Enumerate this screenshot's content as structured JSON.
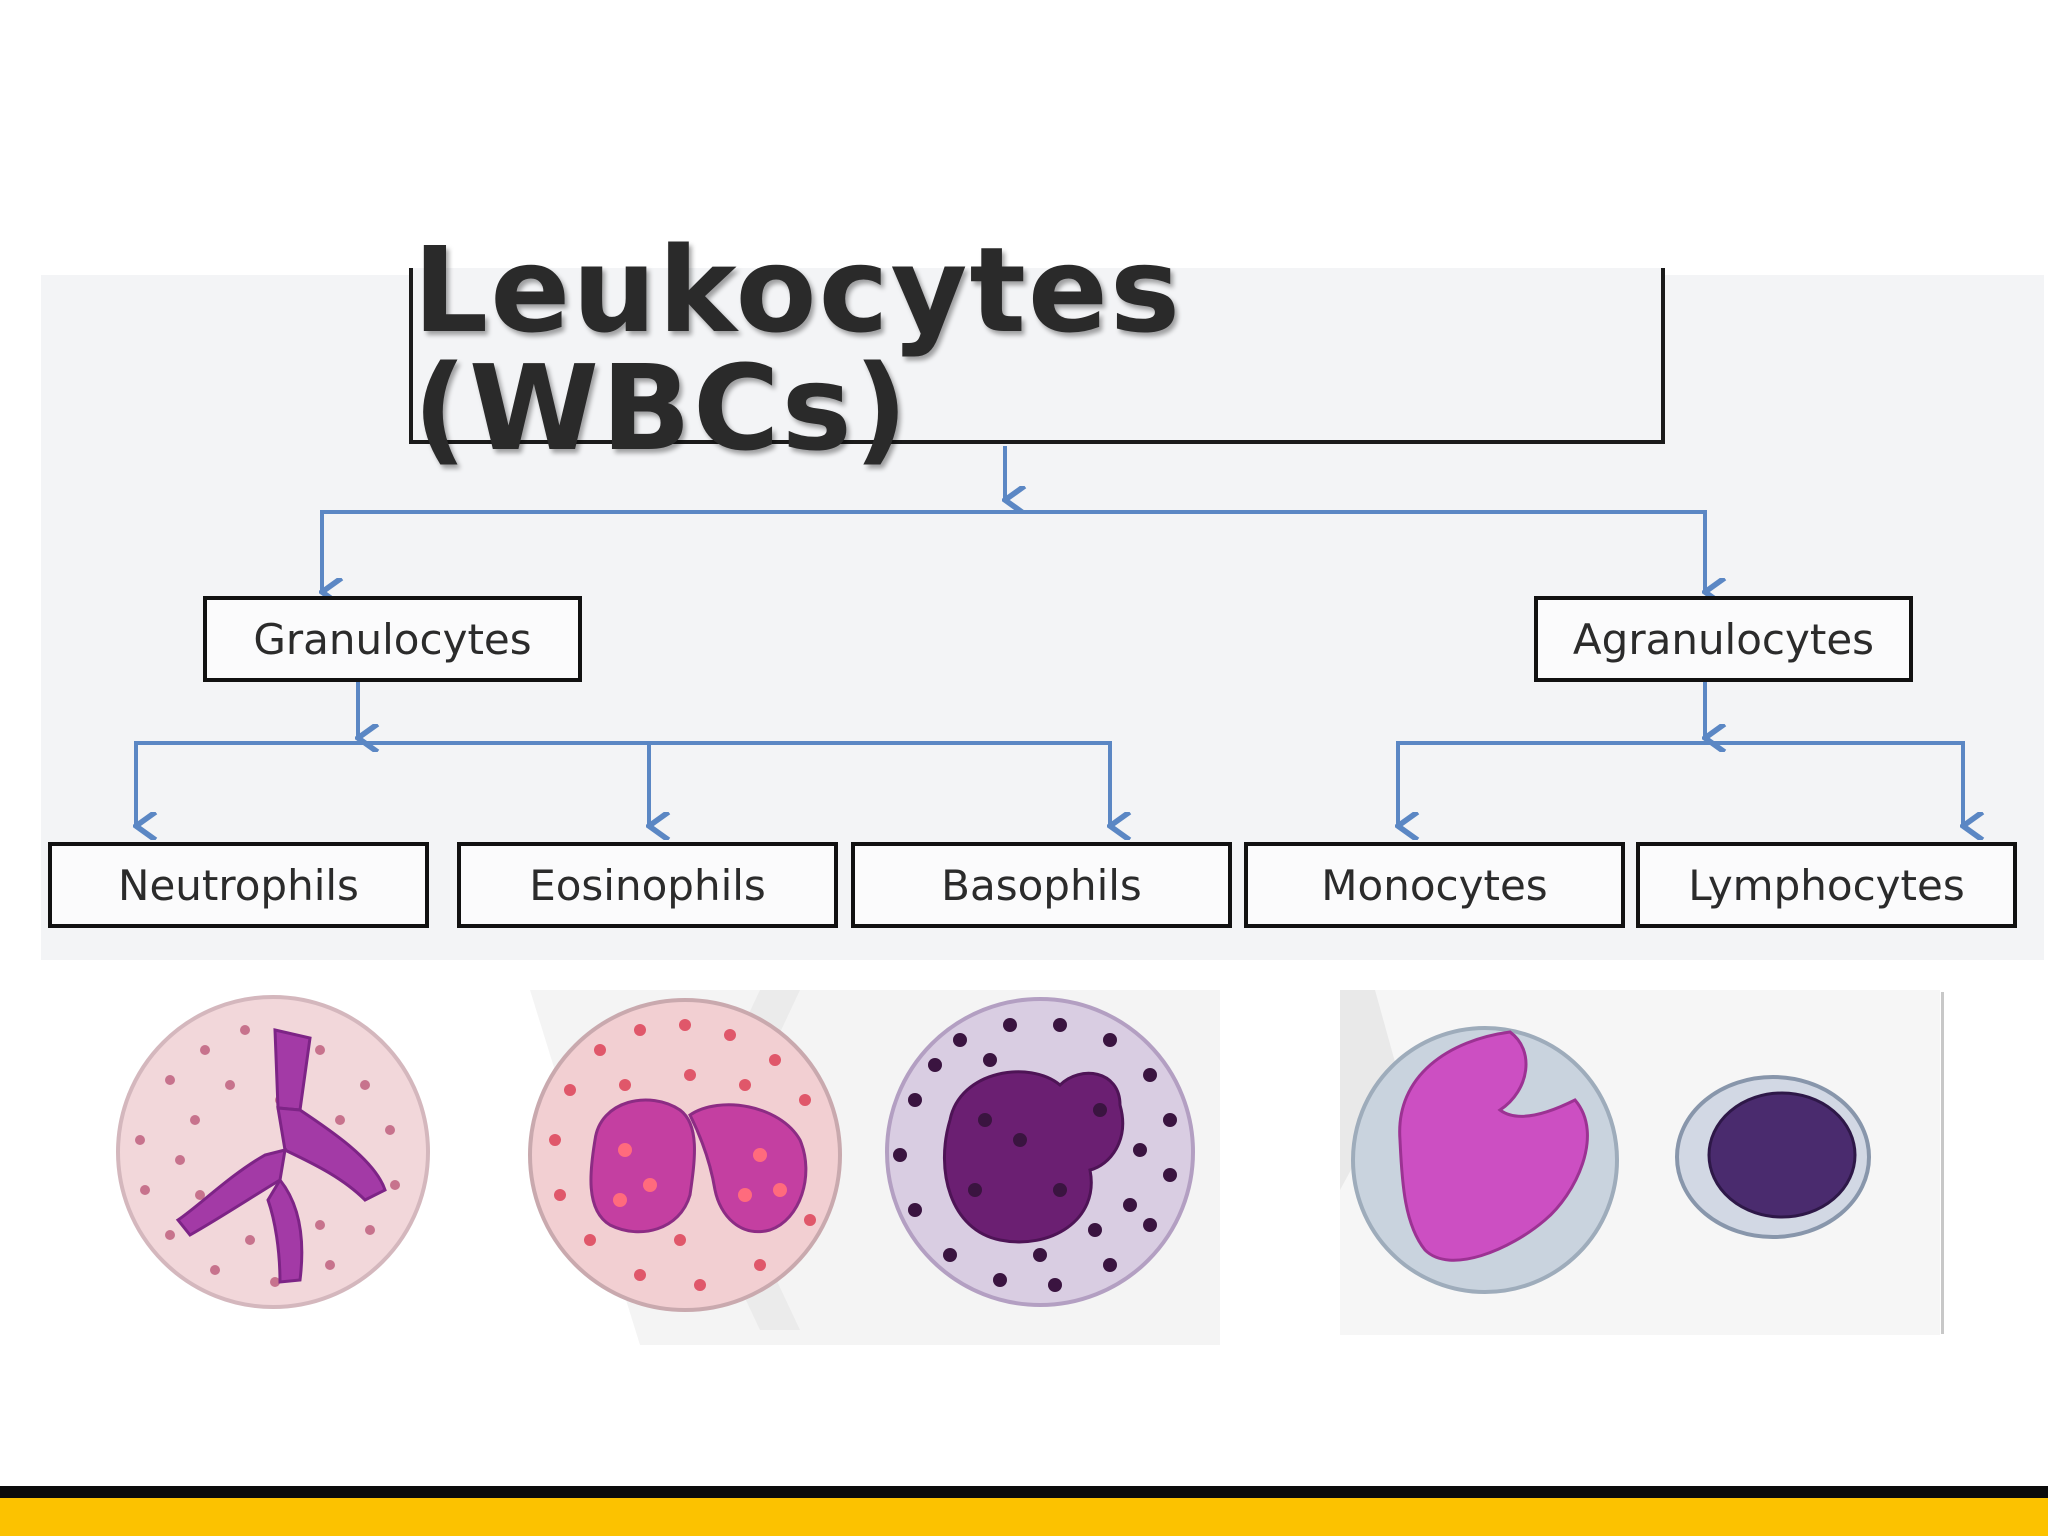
{
  "diagram": {
    "title": "Leukocytes (WBCs)",
    "level1": {
      "granulocytes": "Granulocytes",
      "agranulocytes": "Agranulocytes"
    },
    "level2": {
      "neutrophils": "Neutrophils",
      "eosinophils": "Eosinophils",
      "basophils": "Basophils",
      "monocytes": "Monocytes",
      "lymphocytes": "Lymphocytes"
    }
  },
  "colors": {
    "connector": "#5b87c4",
    "footer_bar": "#fcc200"
  }
}
